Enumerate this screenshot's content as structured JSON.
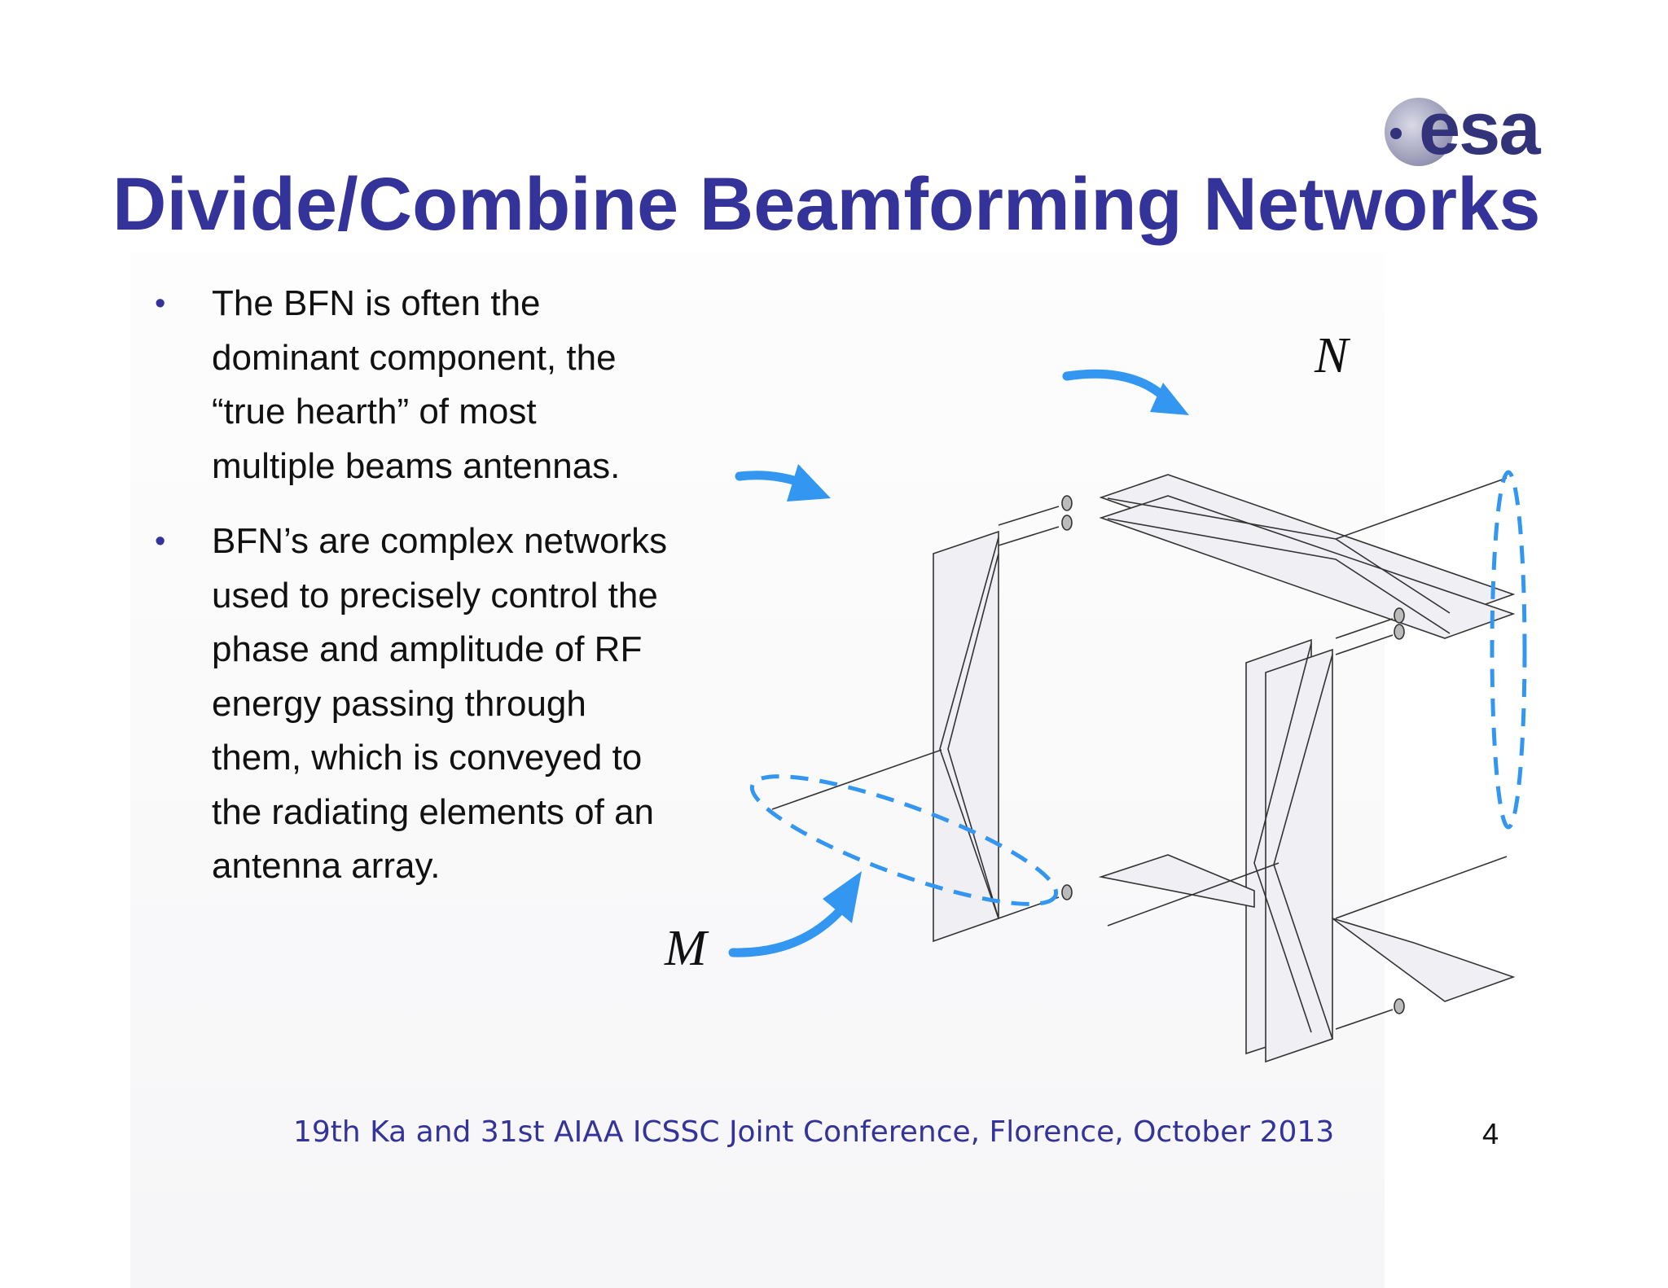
{
  "slide": {
    "title": "Divide/Combine Beamforming Networks",
    "logo_text": "esa",
    "bullets": [
      "The BFN is often the dominant component, the “true hearth” of most multiple beams antennas.",
      "BFN’s are complex networks used to precisely control the phase and amplitude of RF energy passing through them, which is conveyed to the radiating elements of an antenna array."
    ],
    "footer": "19th Ka and 31st AIAA ICSSC Joint Conference, Florence, October 2013",
    "page_number": "4"
  },
  "diagram": {
    "label_n": "N",
    "label_m": "M",
    "colors": {
      "accent": "#3396f0",
      "line": "#333333",
      "panel_fill": "#f0eff3",
      "brand": "#33339a"
    },
    "icons": [
      "esa-logo",
      "curved-arrow-icon",
      "dashed-ellipse",
      "resistor-icon",
      "antenna-element-icon"
    ]
  }
}
